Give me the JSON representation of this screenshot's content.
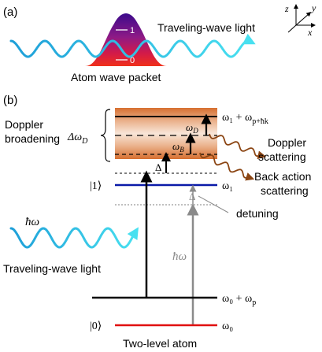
{
  "panel_a": {
    "label": "(a)",
    "light_label": "Traveling-wave light",
    "packet_label": "Atom wave packet",
    "packet_level_1": "1",
    "packet_level_0": "0",
    "axes": {
      "z": "z",
      "y": "y",
      "x": "x"
    }
  },
  "panel_b": {
    "label": "(b)",
    "doppler_broadening": [
      "Doppler",
      "broadening"
    ],
    "delta_omega_d": "Δω",
    "delta_omega_d_sub": "D",
    "omega_d": "ω",
    "omega_d_sub": "D",
    "omega_b": "ω",
    "omega_b_sub": "B",
    "delta_small": "Δ",
    "delta_gray": "Δ",
    "level_top": "ω₁ + ω",
    "level_top_sub": "p+ħk",
    "level_1_ket": "|1⟩",
    "level_1_omega": "ω₁",
    "detuning": "detuning",
    "hbar_omega_left": "ħω",
    "hbar_omega_gray": "ħω",
    "light_label": "Traveling-wave light",
    "level_0p": "ω₀ + ω",
    "level_0p_sub": "p",
    "level_0_ket": "|0⟩",
    "level_0_omega": "ω₀",
    "doppler_scattering": [
      "Doppler",
      "scattering"
    ],
    "backaction_scattering": [
      "Back action",
      "scattering"
    ],
    "two_level_atom": "Two-level atom"
  },
  "colors": {
    "wave_left": "#2ab0e0",
    "wave_right": "#40d8ee",
    "level_1": "#0a1aa8",
    "level_0": "#e01010",
    "band_dark": "#d9793f",
    "band_light": "#f7e0cf",
    "packet_top": "#4a0a8a",
    "packet_bottom": "#e41a1a",
    "squiggle": "#8b4513",
    "gray": "#8a8a8a"
  }
}
